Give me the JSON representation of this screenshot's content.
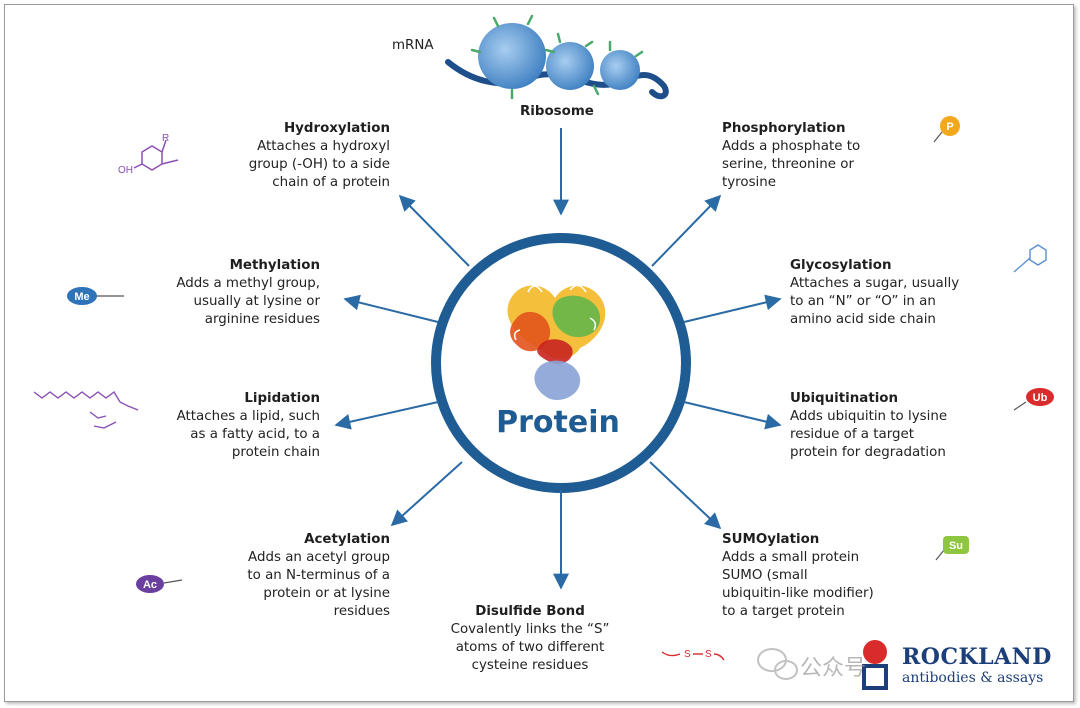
{
  "center": {
    "label": "Protein"
  },
  "ribosome": {
    "mrna_label": "mRNA",
    "label": "Ribosome"
  },
  "modifications": [
    {
      "id": "hydroxylation",
      "title": "Hydroxylation",
      "desc": "Attaches a hydroxyl\ngroup (-OH)  to a side\nchain of a protein",
      "icon_text": "OH",
      "icon_text2": "R"
    },
    {
      "id": "methylation",
      "title": "Methylation",
      "desc": "Adds a methyl group,\nusually at lysine or\narginine residues",
      "icon_text": "Me"
    },
    {
      "id": "lipidation",
      "title": "Lipidation",
      "desc": "Attaches a lipid, such\nas a fatty acid, to a\nprotein chain"
    },
    {
      "id": "acetylation",
      "title": "Acetylation",
      "desc": "Adds an acetyl group\nto an N-terminus of a\nprotein or at lysine\nresidues",
      "icon_text": "Ac"
    },
    {
      "id": "disulfide",
      "title": "Disulfide Bond",
      "desc": "Covalently links the “S”\natoms of two different\ncysteine residues",
      "icon_text": "S",
      "icon_text2": "S"
    },
    {
      "id": "sumoylation",
      "title": "SUMOylation",
      "desc": "Adds a small protein\nSUMO (small\nubiquitin-like modifier)\nto a target protein",
      "icon_text": "Su"
    },
    {
      "id": "ubiquitination",
      "title": "Ubiquitination",
      "desc": "Adds ubiquitin to lysine\nresidue of a target\nprotein for degradation",
      "icon_text": "Ub"
    },
    {
      "id": "glycosylation",
      "title": "Glycosylation",
      "desc": "Attaches a sugar, usually\nto an “N” or “O” in an\namino acid side chain"
    },
    {
      "id": "phosphorylation",
      "title": "Phosphorylation",
      "desc": "Adds a phosphate to\nserine, threonine or\ntyrosine",
      "icon_text": "P"
    }
  ],
  "brand": {
    "name": "ROCKLAND",
    "tagline": "antibodies & assays",
    "watermark": "公众号"
  },
  "colors": {
    "ring": "#1e5c93",
    "arrow": "#2a6aa5",
    "ribosome": "#5b9bd5",
    "me": "#2e73b8",
    "ac": "#6a3fa0",
    "ub": "#d92b2b",
    "su": "#8fc640",
    "p": "#f2a81d"
  }
}
